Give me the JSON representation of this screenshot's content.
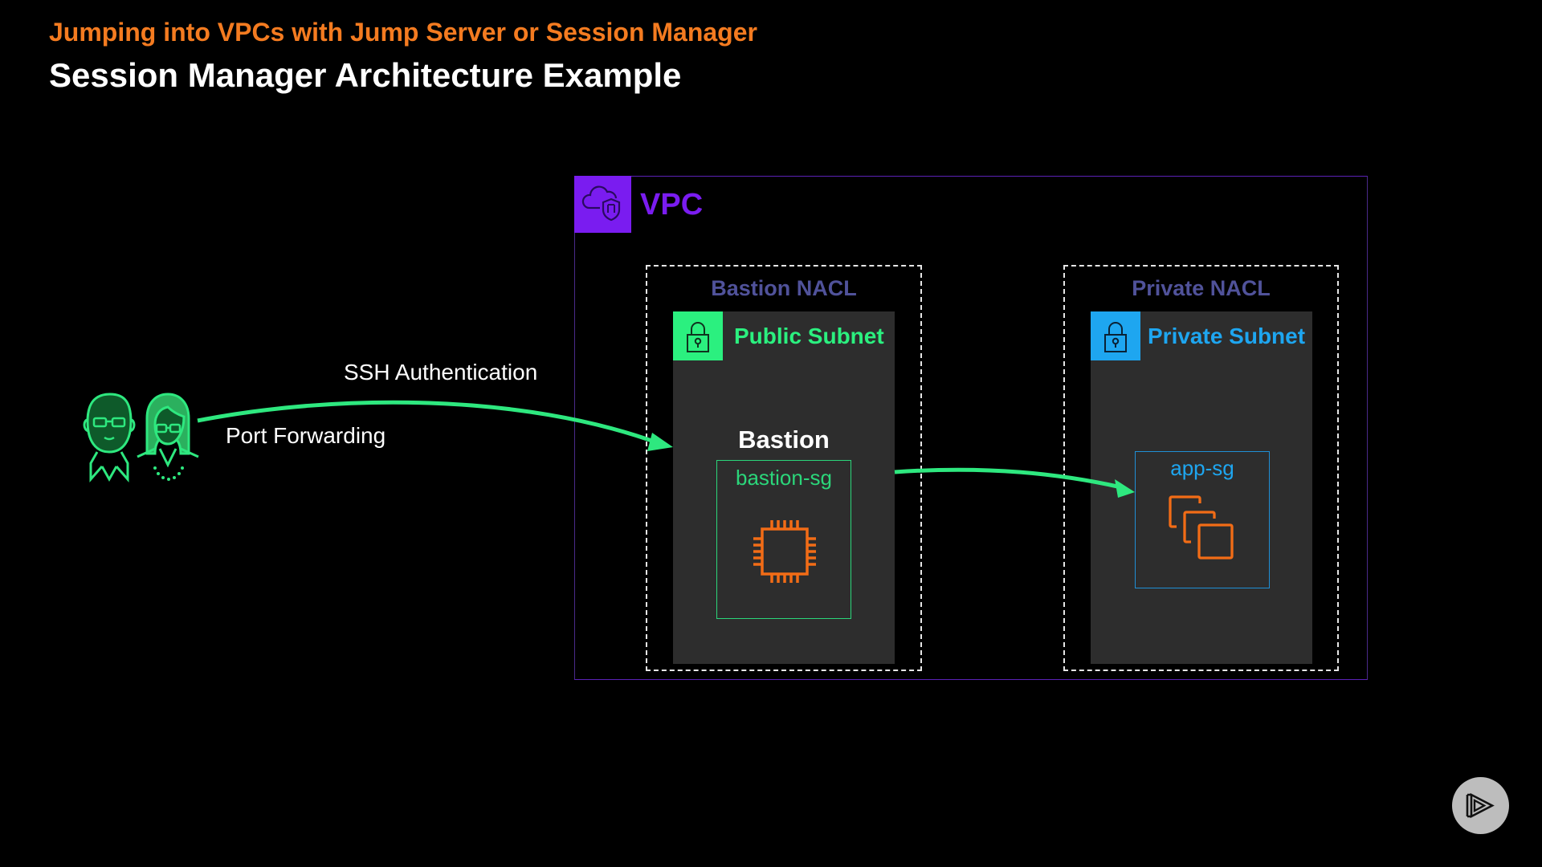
{
  "header": {
    "subtitle": "Jumping into VPCs with Jump Server or Session Manager",
    "title": "Session Manager Architecture Example"
  },
  "colors": {
    "accent_orange": "#f47b20",
    "vpc_purple": "#7a1cf0",
    "public_green": "#2bf07f",
    "private_blue": "#1ea6f0",
    "nacl_label": "#50529a",
    "arrow_green": "#2ee87f",
    "compute_orange": "#f26c16"
  },
  "diagram": {
    "users": {
      "icon": "users-icon"
    },
    "flow_labels": {
      "top": "SSH Authentication",
      "bottom": "Port Forwarding"
    },
    "vpc": {
      "label": "VPC",
      "icon": "vpc-cloud-shield-icon"
    },
    "bastion_nacl": {
      "label": "Bastion NACL",
      "subnet": {
        "label": "Public Subnet",
        "icon": "lock-icon"
      },
      "instance_label": "Bastion",
      "security_group": {
        "label": "bastion-sg",
        "icon": "ec2-instance-chip-icon"
      }
    },
    "private_nacl": {
      "label": "Private NACL",
      "subnet": {
        "label": "Private Subnet",
        "icon": "lock-icon"
      },
      "security_group": {
        "label": "app-sg",
        "icon": "ec2-instances-icon"
      }
    }
  },
  "player": {
    "icon": "play-logo-icon"
  }
}
